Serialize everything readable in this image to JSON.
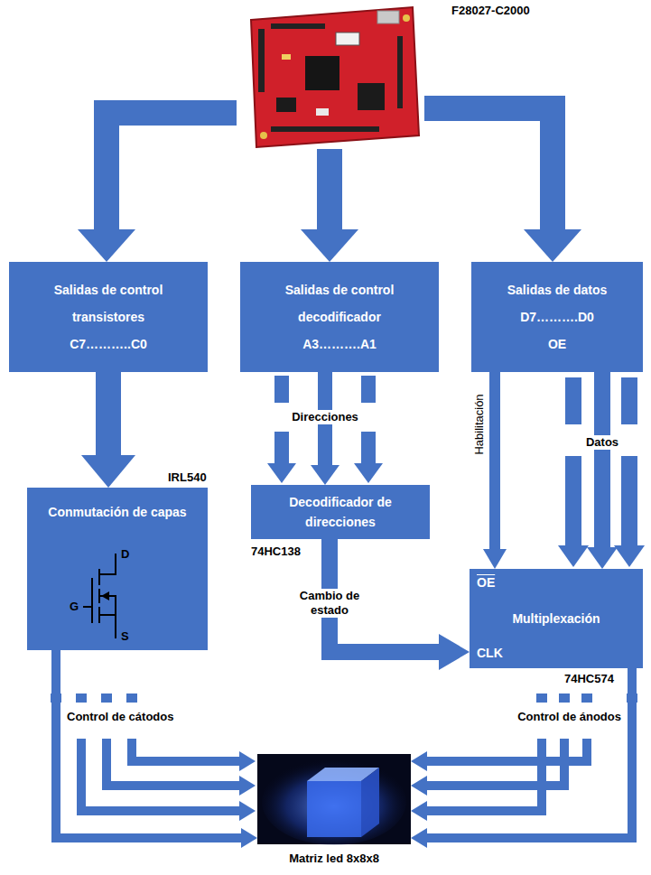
{
  "diagram": {
    "nodes": [
      {
        "text": [
          "F28027-C2000"
        ]
      },
      {
        "text": [
          "Salidas de control transistores",
          "C7………..C0"
        ]
      },
      {
        "text": [
          "Salidas de control decodificador",
          "A3……….A1"
        ]
      },
      {
        "text": [
          "Salidas de datos",
          "D7……….D0",
          "OE"
        ]
      },
      {
        "text": [
          "Conmutación de capas"
        ]
      },
      {
        "text": [
          "Decodificador de direcciones"
        ]
      },
      {
        "text": [
          "OE",
          "Multiplexación",
          "CLK"
        ]
      },
      {
        "text": [
          "Matriz led 8x8x8"
        ]
      }
    ],
    "edges": [
      {
        "from": 0,
        "to": 1,
        "arrow": "to"
      },
      {
        "from": 0,
        "to": 2,
        "arrow": "to"
      },
      {
        "from": 0,
        "to": 3,
        "arrow": "to"
      },
      {
        "from": 1,
        "to": 4,
        "arrow": "to"
      },
      {
        "from": 2,
        "to": 5,
        "arrow": "to",
        "label": "Direcciones"
      },
      {
        "from": 5,
        "to": 6,
        "arrow": "to",
        "label": "Cambio de estado"
      },
      {
        "from": 3,
        "to": 6,
        "arrow": "to",
        "label": "Habilitación"
      },
      {
        "from": 3,
        "to": 6,
        "arrow": "to",
        "label": "Datos"
      },
      {
        "from": 4,
        "to": 7,
        "arrow": "to",
        "label": "Control de cátodos"
      },
      {
        "from": 6,
        "to": 7,
        "arrow": "to",
        "label": "Control de ánodos"
      }
    ],
    "labels": [
      "IRL540",
      "D",
      "G",
      "S",
      "74HC138",
      "74HC574"
    ]
  }
}
